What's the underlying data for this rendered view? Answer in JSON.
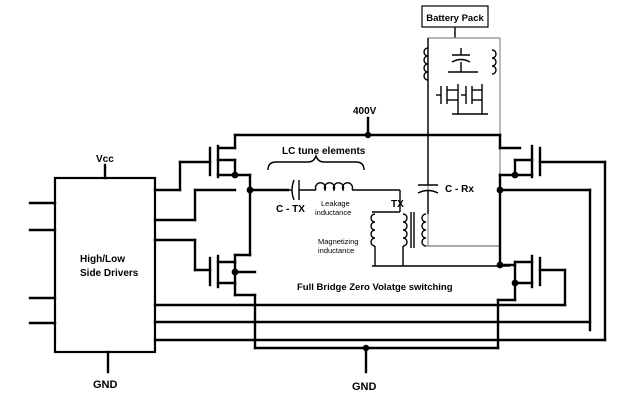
{
  "labels": {
    "battery_pack": "Battery Pack",
    "v400": "400V",
    "vcc": "Vcc",
    "lc_tune": "LC tune elements",
    "c_tx": "C - TX",
    "leakage": [
      "Leakage",
      "inductance"
    ],
    "tx": "TX",
    "magnetizing": [
      "Magnetizing",
      "inductance"
    ],
    "c_rx": "C - Rx",
    "drivers": [
      "High/Low",
      "Side Drivers"
    ],
    "zvs": "Full Bridge Zero Volatge switching",
    "gnd_left": "GND",
    "gnd_center": "GND"
  }
}
